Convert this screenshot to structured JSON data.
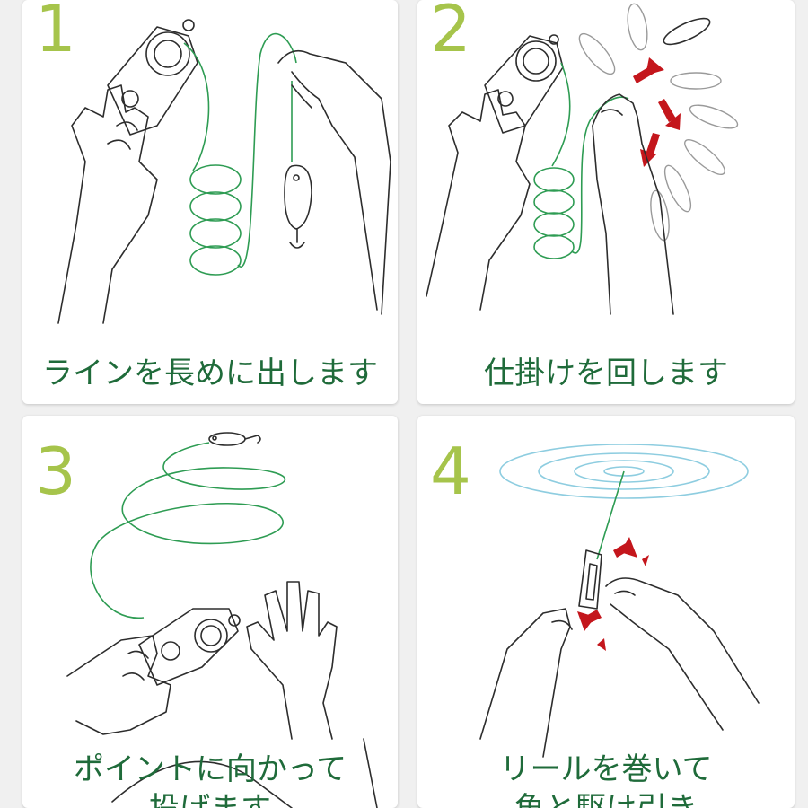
{
  "steps": [
    {
      "number": "1",
      "caption": "ラインを長めに出します"
    },
    {
      "number": "2",
      "caption": "仕掛けを回します"
    },
    {
      "number": "3",
      "caption": "ポイントに向かって",
      "caption_line2": "投げます"
    },
    {
      "number": "4",
      "caption": "リールを巻いて",
      "caption_line2": "魚と駆け引き"
    }
  ],
  "colors": {
    "step_number": "#a6c44b",
    "caption": "#1f6b3a",
    "fishing_line": "#2e9c53",
    "motion_arrow": "#c4161c",
    "water_ripple": "#8ecde0"
  }
}
